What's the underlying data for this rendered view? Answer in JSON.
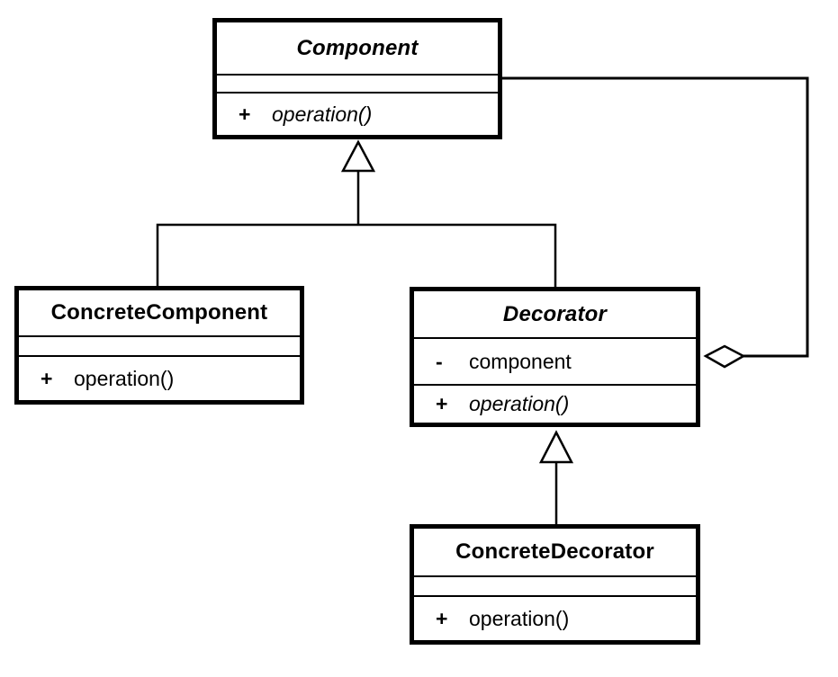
{
  "diagram": {
    "classes": {
      "component": {
        "name": "Component",
        "abstract": true,
        "attributes": [],
        "operations": [
          {
            "visibility": "+",
            "name": "operation()",
            "abstract": true
          }
        ]
      },
      "concrete_component": {
        "name": "ConcreteComponent",
        "abstract": false,
        "attributes": [],
        "operations": [
          {
            "visibility": "+",
            "name": "operation()",
            "abstract": false
          }
        ]
      },
      "decorator": {
        "name": "Decorator",
        "abstract": true,
        "attributes": [
          {
            "visibility": "-",
            "name": "component"
          }
        ],
        "operations": [
          {
            "visibility": "+",
            "name": "operation()",
            "abstract": true
          }
        ]
      },
      "concrete_decorator": {
        "name": "ConcreteDecorator",
        "abstract": false,
        "attributes": [],
        "operations": [
          {
            "visibility": "+",
            "name": "operation()",
            "abstract": false
          }
        ]
      }
    },
    "relationships": [
      {
        "type": "generalization",
        "from": "ConcreteComponent",
        "to": "Component"
      },
      {
        "type": "generalization",
        "from": "Decorator",
        "to": "Component"
      },
      {
        "type": "generalization",
        "from": "ConcreteDecorator",
        "to": "Decorator"
      },
      {
        "type": "aggregation",
        "from": "Decorator",
        "to": "Component"
      }
    ],
    "colors": {
      "stroke": "#000000",
      "fill": "#ffffff"
    }
  }
}
